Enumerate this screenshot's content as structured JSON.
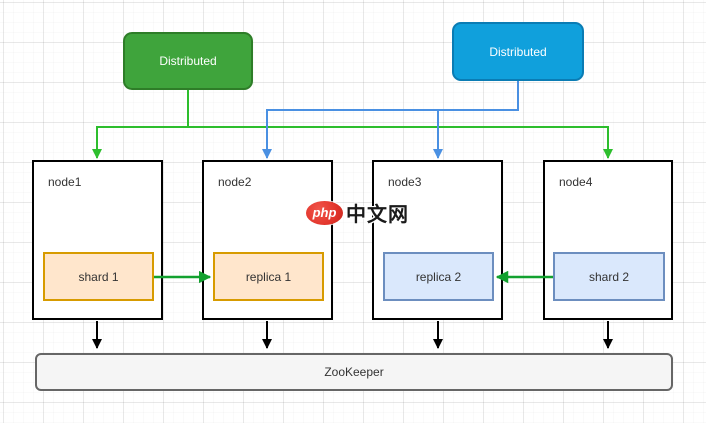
{
  "diagram": {
    "distributed_green": {
      "label": "Distributed"
    },
    "distributed_blue": {
      "label": "Distributed"
    },
    "nodes": [
      {
        "title": "node1",
        "box": "shard 1",
        "variant": "orange"
      },
      {
        "title": "node2",
        "box": "replica 1",
        "variant": "orange"
      },
      {
        "title": "node3",
        "box": "replica 2",
        "variant": "blue"
      },
      {
        "title": "node4",
        "box": "shard 2",
        "variant": "blue"
      }
    ],
    "zookeeper": {
      "label": "ZooKeeper"
    },
    "watermark": {
      "badge": "php",
      "text": "中文网"
    },
    "colors": {
      "green_box_fill": "#3FA43C",
      "green_box_stroke": "#2E7D28",
      "blue_box_fill": "#10A0DC",
      "blue_box_stroke": "#0A7CB4",
      "connector_green": "#2DBE2D",
      "connector_blue": "#4A90E2",
      "replication_arrow_green": "#12A12F",
      "arrow_black": "#000000",
      "node_border": "#000000",
      "orange_inner_fill": "#FFE6CC",
      "orange_inner_stroke": "#D79B00",
      "blue_inner_fill": "#DAE8FC",
      "blue_inner_stroke": "#6C8EBF",
      "zookeeper_fill": "#F5F5F5",
      "zookeeper_stroke": "#666666",
      "watermark_red": "#E2342B"
    }
  }
}
